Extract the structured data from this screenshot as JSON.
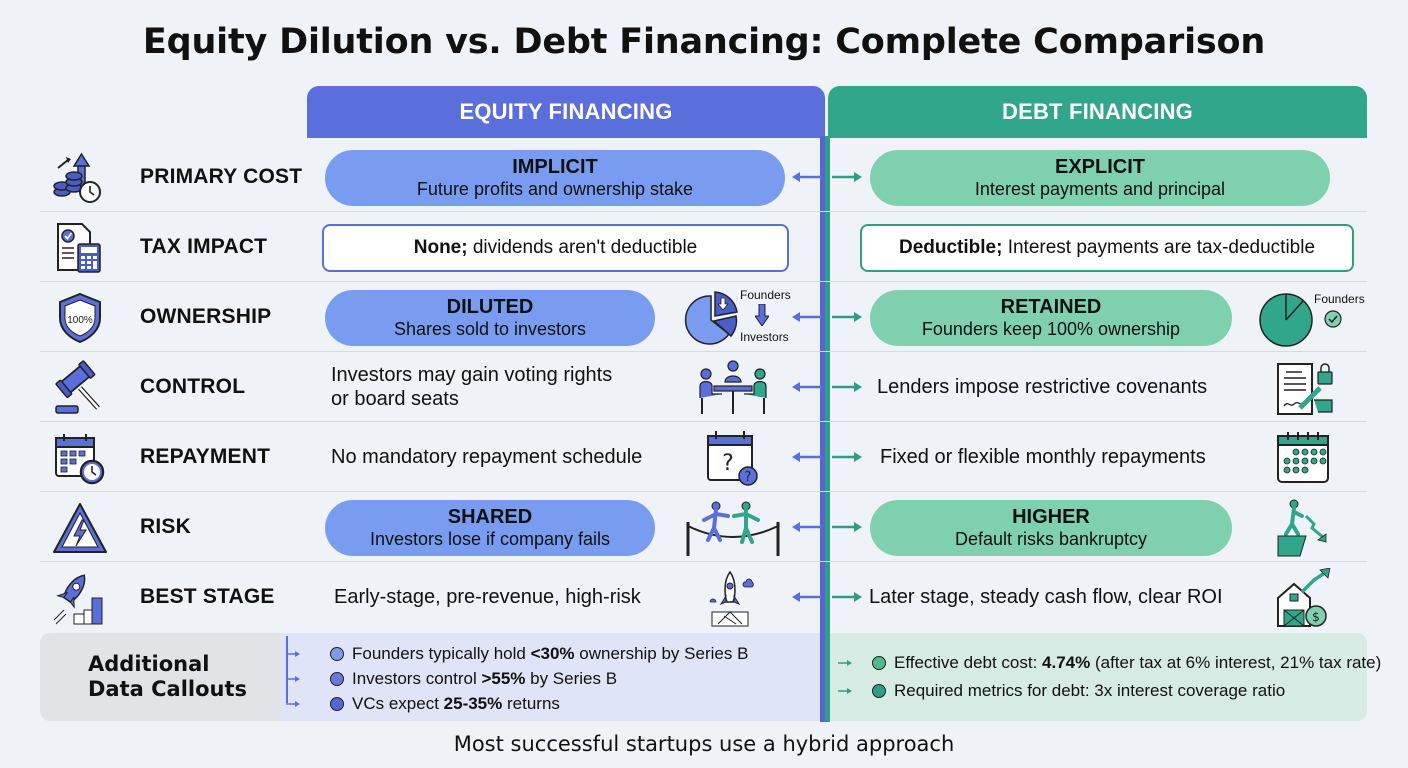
{
  "title": "Equity Dilution vs. Debt Financing: Complete Comparison",
  "columns": {
    "equity": {
      "label": "EQUITY FINANCING",
      "color": "#5b6fdc"
    },
    "debt": {
      "label": "DEBT FINANCING",
      "color": "#30a68a"
    }
  },
  "rows": [
    {
      "label": "PRIMARY COST",
      "icon": "coins-clock-growth-icon",
      "equity": {
        "style": "pill",
        "head": "IMPLICIT",
        "sub": "Future profits and ownership stake"
      },
      "debt": {
        "style": "pill",
        "head": "EXPLICIT",
        "sub": "Interest payments and principal"
      }
    },
    {
      "label": "TAX IMPACT",
      "icon": "document-calculator-icon",
      "equity": {
        "style": "boxed",
        "bold": "None;",
        "text": " dividends aren't deductible"
      },
      "debt": {
        "style": "boxed",
        "bold": "Deductible;",
        "text": " Interest payments are tax-deductible"
      }
    },
    {
      "label": "OWNERSHIP",
      "icon": "shield-100-percent-icon",
      "equity": {
        "style": "pill",
        "head": "DILUTED",
        "sub": "Shares sold to investors",
        "icon": "pie-founders-to-investors-icon",
        "icon_labels": [
          "Founders",
          "Investors"
        ]
      },
      "debt": {
        "style": "pill",
        "head": "RETAINED",
        "sub": "Founders keep 100% ownership",
        "icon": "pie-founders-check-icon",
        "icon_labels": [
          "Founders"
        ]
      }
    },
    {
      "label": "CONTROL",
      "icon": "gavel-icon",
      "equity": {
        "style": "plain",
        "text": "Investors may gain voting rights or board seats",
        "line1": "Investors may gain voting rights",
        "line2": "or board seats",
        "icon": "board-meeting-icon"
      },
      "debt": {
        "style": "plain",
        "text": "Lenders impose restrictive covenants",
        "icon": "signed-contract-lock-icon"
      }
    },
    {
      "label": "REPAYMENT",
      "icon": "calendar-clock-icon",
      "equity": {
        "style": "plain",
        "text": "No mandatory repayment schedule",
        "icon": "calendar-question-icon"
      },
      "debt": {
        "style": "plain",
        "text": "Fixed or flexible monthly repayments",
        "icon": "calendar-dots-icon"
      }
    },
    {
      "label": "RISK",
      "icon": "warning-lightning-icon",
      "equity": {
        "style": "pill",
        "head": "SHARED",
        "sub": "Investors lose if company fails",
        "icon": "tightrope-walkers-icon"
      },
      "debt": {
        "style": "pill",
        "head": "HIGHER",
        "sub": "Default risks bankruptcy",
        "icon": "cliff-falling-chart-icon"
      }
    },
    {
      "label": "BEST STAGE",
      "icon": "rocket-city-icon",
      "equity": {
        "style": "plain",
        "text": "Early-stage, pre-revenue, high-risk",
        "icon": "rocket-launch-icon"
      },
      "debt": {
        "style": "plain",
        "text": "Later stage, steady cash flow, clear ROI",
        "icon": "barn-growth-dollar-icon"
      }
    }
  ],
  "callouts": {
    "label_line1": "Additional",
    "label_line2": "Data Callouts",
    "equity": [
      {
        "pre": "Founders typically hold ",
        "bold": "<30%",
        "post": " ownership by Series B",
        "color": "#7f9ae8"
      },
      {
        "pre": "Investors control ",
        "bold": ">55%",
        "post": " by Series B",
        "color": "#6a78d8"
      },
      {
        "pre": "VCs expect ",
        "bold": "25-35%",
        "post": " returns",
        "color": "#5565d6"
      }
    ],
    "debt": [
      {
        "pre": "Effective debt cost: ",
        "bold": "4.74%",
        "post": " (after tax at 6% interest, 21% tax rate)",
        "color": "#4fba8f"
      },
      {
        "pre": "Required metrics for debt: 3x interest coverage ratio",
        "bold": "",
        "post": "",
        "color": "#2f9e82"
      }
    ]
  },
  "footer": "Most successful startups use a hybrid approach"
}
